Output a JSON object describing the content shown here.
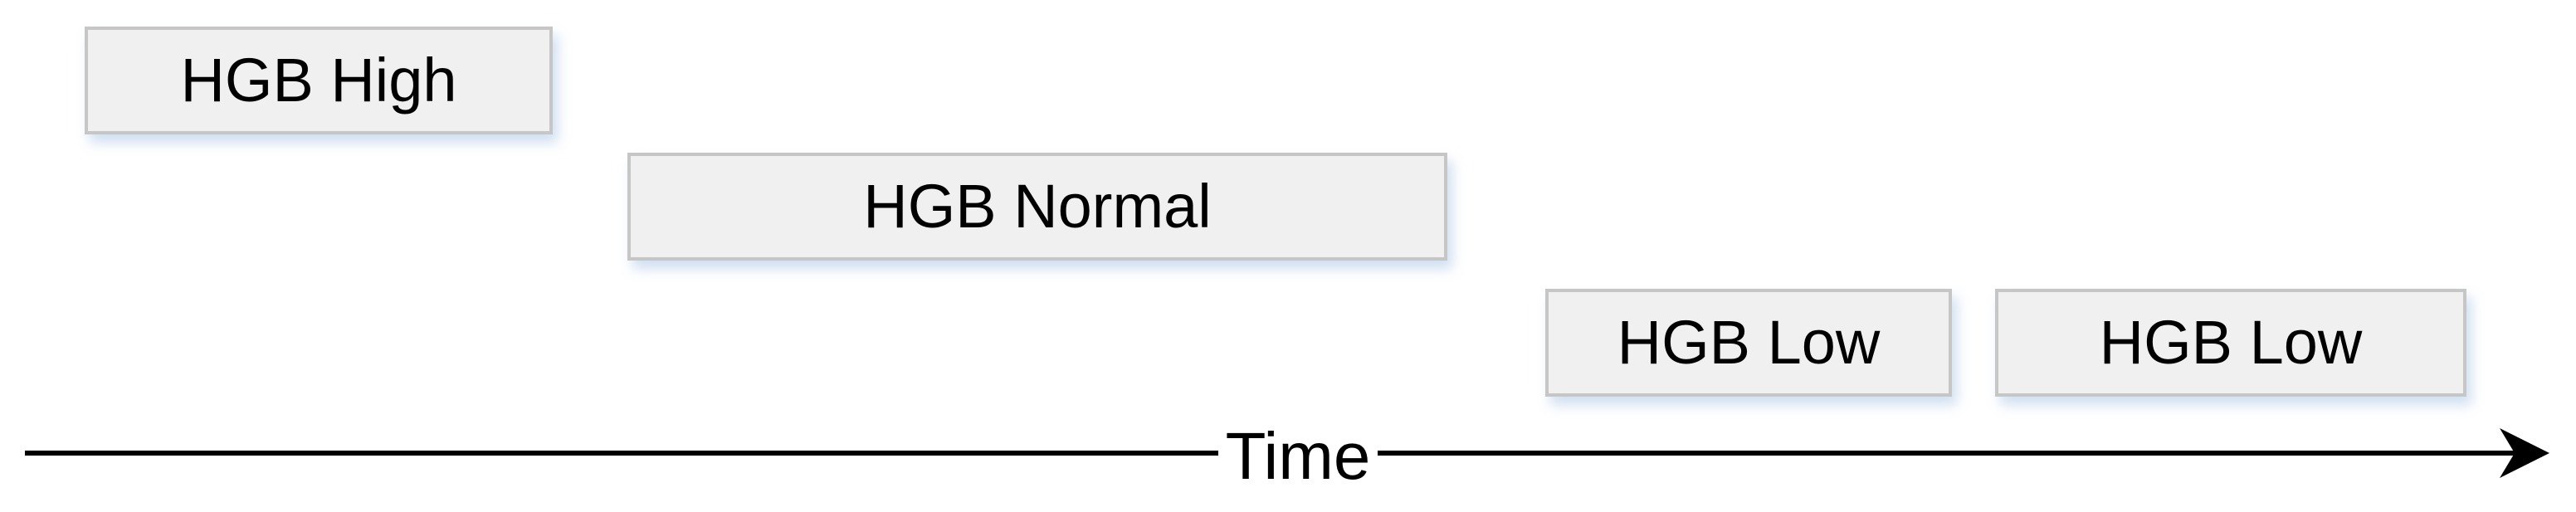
{
  "intervals": [
    {
      "label": "HGB High"
    },
    {
      "label": "HGB Normal"
    },
    {
      "label": "HGB Low"
    },
    {
      "label": "HGB Low"
    }
  ],
  "axis": {
    "label": "Time"
  },
  "colors": {
    "box_fill": "#f0f0f0",
    "box_border": "#c6c6c6",
    "text": "#000000",
    "axis": "#000000"
  }
}
